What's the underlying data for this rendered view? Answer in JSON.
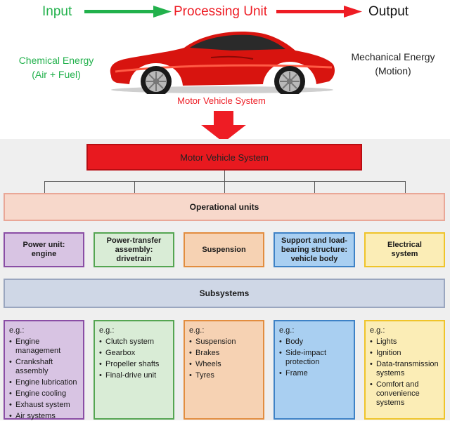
{
  "flow": {
    "input": "Input",
    "processing": "Processing Unit",
    "output": "Output",
    "input_color": "#22b14c",
    "processing_color": "#ee1c24",
    "output_color": "#111111"
  },
  "energy": {
    "left": [
      "Chemical Energy",
      "(Air + Fuel)"
    ],
    "right": [
      "Mechanical Energy",
      "(Motion)"
    ]
  },
  "car": {
    "icon": "red-sports-car-image",
    "caption": "Motor Vehicle System"
  },
  "diagram": {
    "top": "Motor Vehicle System",
    "operational": "Operational units",
    "subsystems": "Subsystems",
    "units": [
      "Power unit: engine",
      "Power-transfer assembly: drivetrain",
      "Suspension",
      "Support and load-bearing structure: vehicle body",
      "Electrical system"
    ],
    "eg": "e.g.:",
    "details": [
      [
        "Engine management",
        "Crankshaft assembly",
        "Engine lubrication",
        "Engine cooling",
        "Exhaust system",
        "Air systems"
      ],
      [
        "Clutch system",
        "Gearbox",
        "Propeller shafts",
        "Final-drive unit"
      ],
      [
        "Suspension",
        "Brakes",
        "Wheels",
        "Tyres"
      ],
      [
        "Body",
        "Side-impact protection",
        "Frame"
      ],
      [
        "Lights",
        "Ignition",
        "Data-transmission systems",
        "Comfort and convenience systems"
      ]
    ]
  }
}
